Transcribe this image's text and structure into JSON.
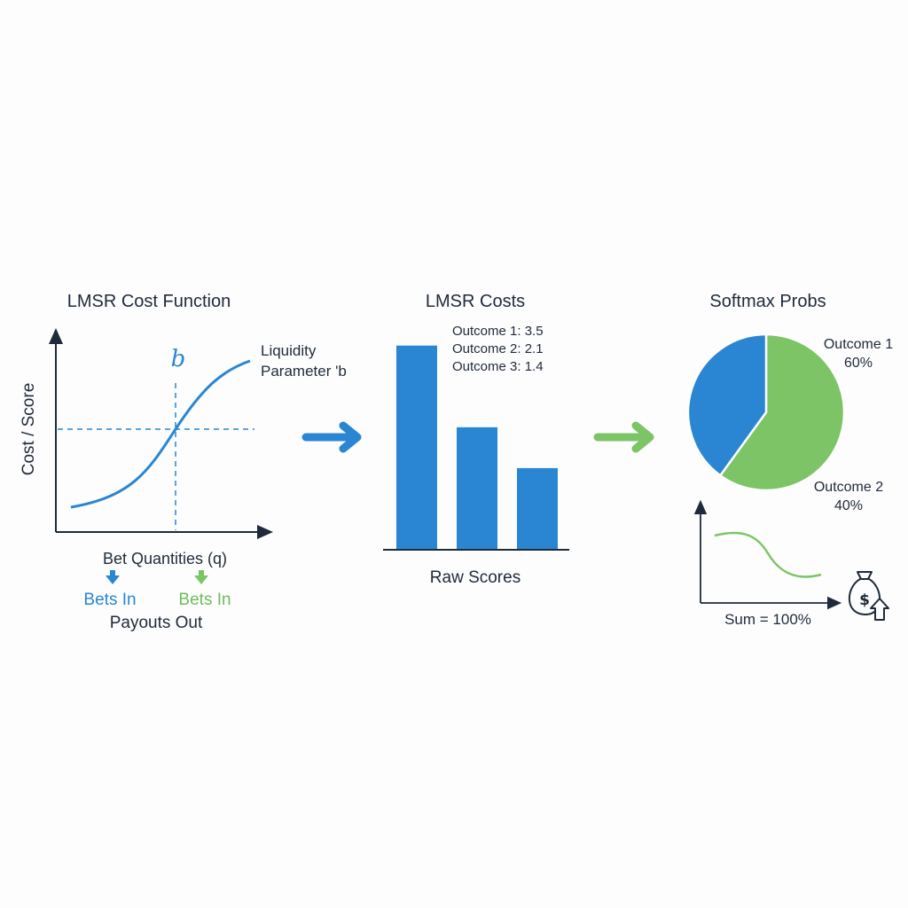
{
  "panel1": {
    "title": "LMSR Cost Function",
    "y_axis_label": "Cost / Score",
    "x_axis_label": "Bet Quantities (q)",
    "b_symbol": "b",
    "annotation_line1": "Liquidity",
    "annotation_line2": "Parameter 'b",
    "bets_in_left": "Bets In",
    "bets_in_right": "Bets In",
    "payouts_out": "Payouts Out"
  },
  "panel2": {
    "title": "LMSR Costs",
    "x_label": "Raw Scores",
    "legend": [
      "Outcome 1: 3.5",
      "Outcome 2: 2.1",
      "Outcome 3: 1.4"
    ]
  },
  "panel3": {
    "title": "Softmax Probs",
    "slice1_label": "Outcome 1",
    "slice1_value": "60%",
    "slice2_label": "Outcome 2",
    "slice2_value": "40%",
    "sum_label": "Sum = 100%"
  },
  "colors": {
    "blue": "#2a86d2",
    "green": "#7cc466",
    "axis": "#1f2a3a"
  },
  "icons": [
    "arrow-right-icon",
    "money-bag-icon",
    "arrow-up-icon",
    "arrow-down-icon"
  ],
  "chart_data": [
    {
      "type": "line",
      "title": "LMSR Cost Function",
      "xlabel": "Bet Quantities (q)",
      "ylabel": "Cost / Score",
      "series": [
        {
          "values": [
            0.05,
            0.12,
            0.3,
            0.58,
            0.82,
            0.93
          ]
        }
      ]
    },
    {
      "type": "bar",
      "title": "LMSR Costs",
      "xlabel": "Raw Scores",
      "categories": [
        "Outcome 1",
        "Outcome 2",
        "Outcome 3"
      ],
      "values": [
        3.5,
        2.1,
        1.4
      ],
      "ylim": [
        0,
        3.8
      ]
    },
    {
      "type": "pie",
      "title": "Softmax Probs",
      "categories": [
        "Outcome 1",
        "Outcome 2"
      ],
      "values": [
        60,
        40
      ]
    }
  ]
}
